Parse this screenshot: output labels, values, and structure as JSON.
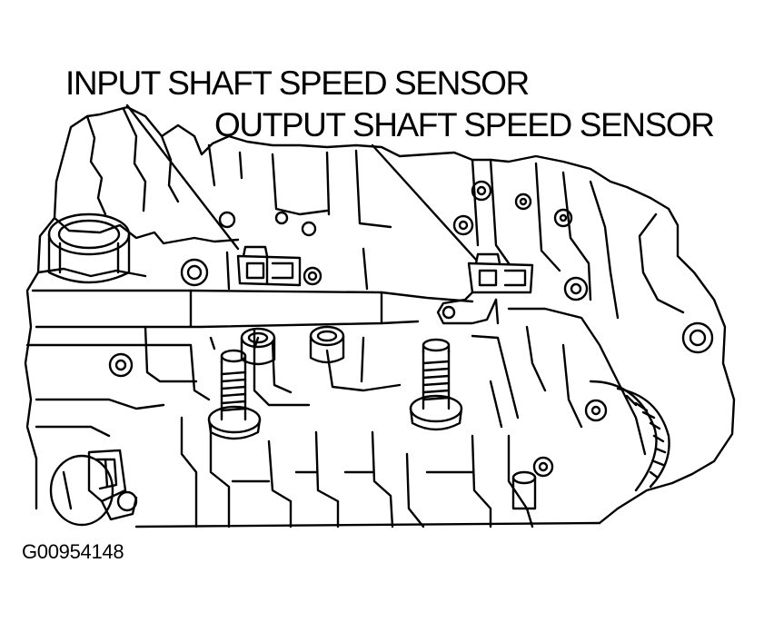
{
  "diagram": {
    "labels": {
      "input_shaft_speed_sensor": "INPUT SHAFT SPEED SENSOR",
      "output_shaft_speed_sensor": "OUTPUT SHAFT SPEED SENSOR"
    },
    "figure_id": "G00954148",
    "colors": {
      "ink": "#000000",
      "paper": "#ffffff"
    }
  }
}
